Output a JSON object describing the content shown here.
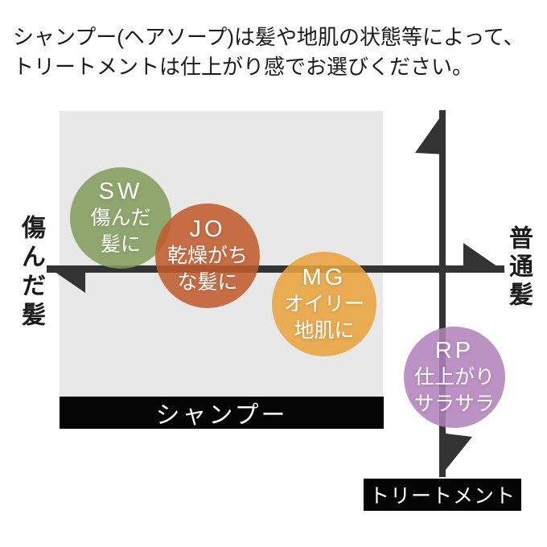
{
  "header": {
    "line1": "シャンプー(ヘアソープ)は髪や地肌の状態等によって、",
    "line2": "トリートメントは仕上がり感でお選びください。"
  },
  "axes": {
    "left_label": "傷んだ髪",
    "right_label": "普通髪",
    "x_axis_meaning": "傷んだ髪 ←→ 普通髪",
    "line_color": "#333333"
  },
  "bars": {
    "shampoo_label": "シャンプー",
    "treatment_label": "トリートメント",
    "background": "#050505",
    "text_color": "#ffffff"
  },
  "bubbles": [
    {
      "id": "sw",
      "code": "SW",
      "line1": "傷んだ",
      "line2": "髪に",
      "color": "#829D5C",
      "fill": "rgba(130,157,92,0.87)"
    },
    {
      "id": "jo",
      "code": "JO",
      "line1": "乾燥がち",
      "line2": "な髪に",
      "color": "#C25B2D",
      "fill": "rgba(194,91,45,0.87)"
    },
    {
      "id": "mg",
      "code": "MG",
      "line1": "オイリー",
      "line2": "地肌に",
      "color": "#E9A33C",
      "fill": "rgba(233,163,60,0.87)"
    },
    {
      "id": "rp",
      "code": "RP",
      "line1": "仕上がり",
      "line2": "サラサラ",
      "color": "#B282BC",
      "fill": "rgba(178,130,188,0.87)"
    }
  ],
  "colors": {
    "quadrant_background": "#e8e8e8",
    "page_background": "#ffffff",
    "text": "#1b1b1b"
  }
}
